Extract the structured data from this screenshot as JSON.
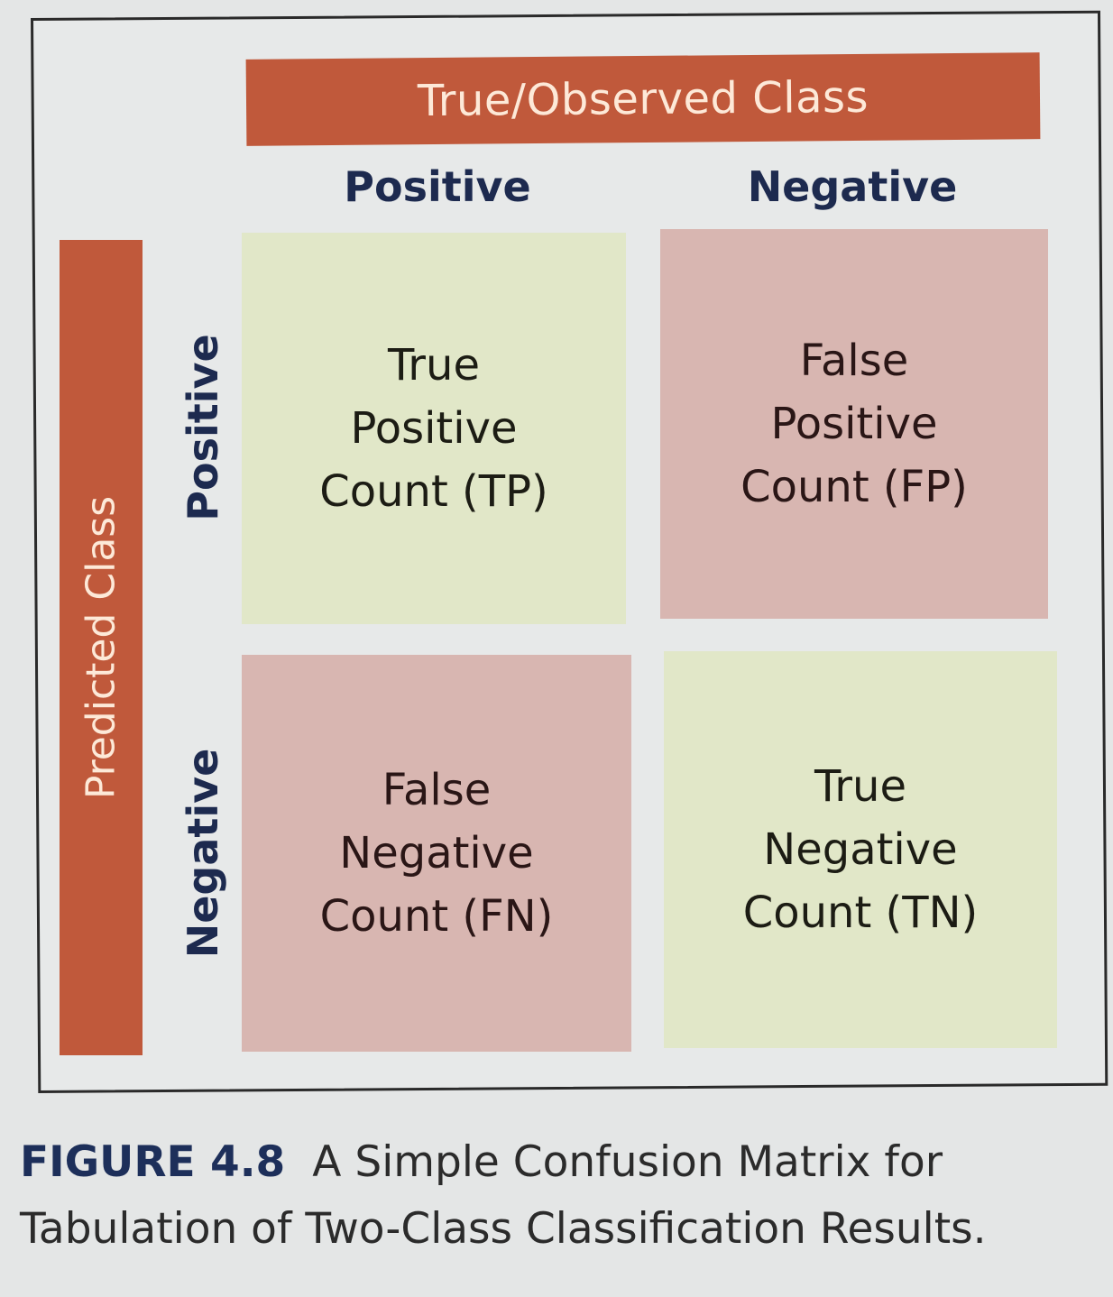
{
  "figure": {
    "top_axis_label": "True/Observed Class",
    "side_axis_label": "Predicted Class",
    "column_headers": [
      "Positive",
      "Negative"
    ],
    "row_headers": [
      "Positive",
      "Negative"
    ],
    "cells": {
      "tp": {
        "line1": "True",
        "line2": "Positive",
        "line3": "Count (TP)"
      },
      "fp": {
        "line1": "False",
        "line2": "Positive",
        "line3": "Count (FP)"
      },
      "fn": {
        "line1": "False",
        "line2": "Negative",
        "line3": "Count (FN)"
      },
      "tn": {
        "line1": "True",
        "line2": "Negative",
        "line3": "Count (TN)"
      }
    },
    "colors": {
      "axis_band": "#c0593b",
      "header_text": "#1d2a4f",
      "correct_cell": "#e1e7c8",
      "error_cell": "#d8b6b1"
    }
  },
  "caption": {
    "figure_number": "FIGURE 4.8",
    "text_line1": "A Simple Confusion Matrix for",
    "text_line2": "Tabulation of Two-Class Classification Results."
  }
}
